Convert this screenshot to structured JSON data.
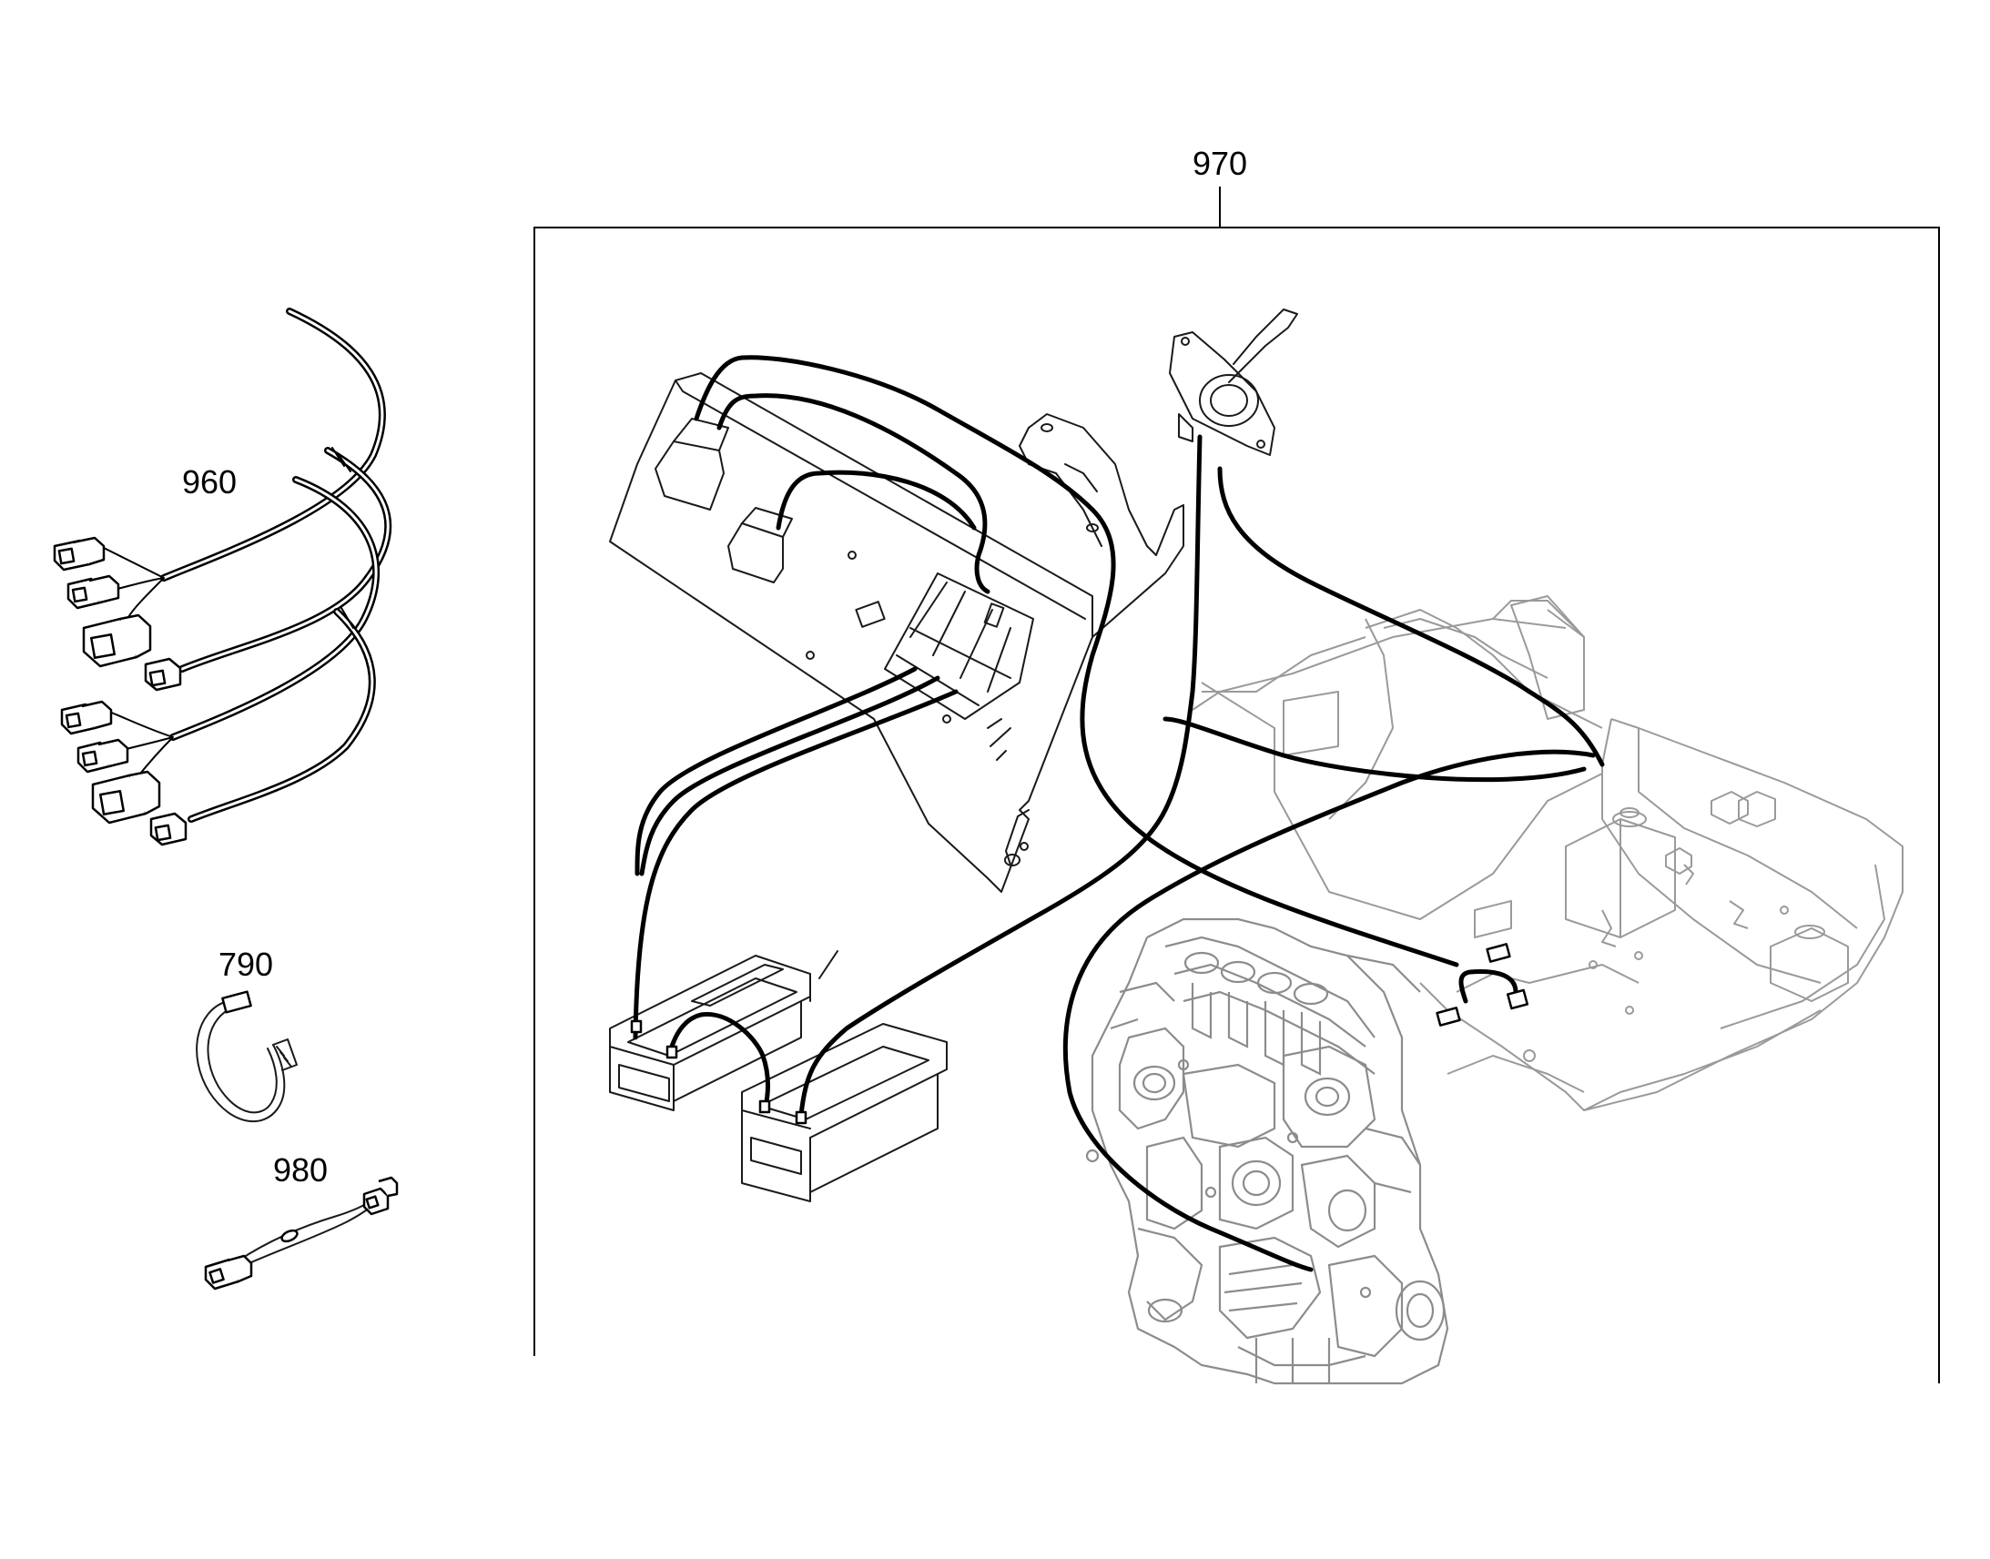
{
  "callouts": {
    "harness_assembly": "970",
    "adapter_cables": "960",
    "cable_tie": "790",
    "jumper_cable": "980"
  }
}
